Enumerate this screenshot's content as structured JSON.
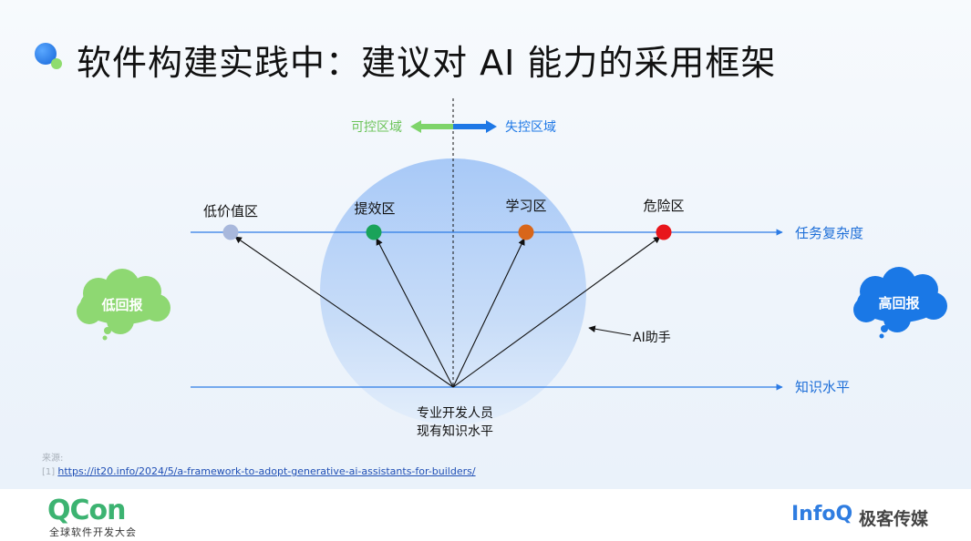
{
  "title": "软件构建实践中：建议对 AI 能力的采用框架",
  "colors": {
    "axis": "#2c7be5",
    "controlled": "#7ed46a",
    "uncontrolled": "#1e78e6",
    "circle": "#9ec4f6",
    "low_return_cloud": "#8ed872",
    "high_return_cloud": "#1a78e6",
    "dot_low_value": "#a8b8dc",
    "dot_efficiency": "#1aa35a",
    "dot_learning": "#d8661a",
    "dot_danger": "#e8161c"
  },
  "diagram": {
    "controlled_zone": "可控区域",
    "uncontrolled_zone": "失控区域",
    "task_axis_label": "任务复杂度",
    "knowledge_axis_label": "知识水平",
    "zones": [
      {
        "label": "低价值区",
        "color_key": "dot_low_value"
      },
      {
        "label": "提效区",
        "color_key": "dot_efficiency"
      },
      {
        "label": "学习区",
        "color_key": "dot_learning"
      },
      {
        "label": "危险区",
        "color_key": "dot_danger"
      }
    ],
    "low_return": "低回报",
    "high_return": "高回报",
    "assistant_label": "AI助手",
    "origin_line1": "专业开发人员",
    "origin_line2": "现有知识水平"
  },
  "source": {
    "heading": "来源:",
    "ref_number": "[1]",
    "url": "https://it20.info/2024/5/a-framework-to-adopt-generative-ai-assistants-for-builders/"
  },
  "footer": {
    "qcon_logo": "QCon",
    "qcon_subtitle": "全球软件开发大会",
    "infoq_logo": "InfoQ",
    "infoq_subtitle": "极客传媒"
  }
}
